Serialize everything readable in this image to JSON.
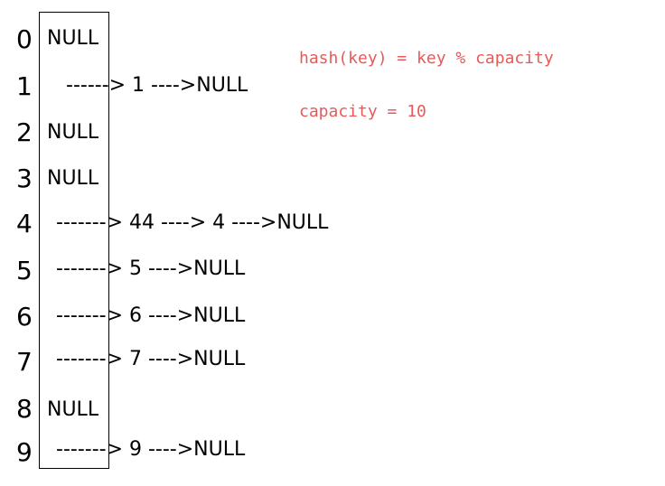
{
  "rows": [
    {
      "index": "0",
      "cell": "NULL",
      "chain": ""
    },
    {
      "index": "1",
      "cell": "",
      "chain": "------> 1 ---->NULL"
    },
    {
      "index": "2",
      "cell": "NULL",
      "chain": ""
    },
    {
      "index": "3",
      "cell": "NULL",
      "chain": ""
    },
    {
      "index": "4",
      "cell": "",
      "chain": "-------> 44 ----> 4 ---->NULL"
    },
    {
      "index": "5",
      "cell": "",
      "chain": "-------> 5 ---->NULL"
    },
    {
      "index": "6",
      "cell": "",
      "chain": "-------> 6 ---->NULL"
    },
    {
      "index": "7",
      "cell": "",
      "chain": "-------> 7 ---->NULL"
    },
    {
      "index": "8",
      "cell": "NULL",
      "chain": ""
    },
    {
      "index": "9",
      "cell": "",
      "chain": "-------> 9 ---->NULL"
    }
  ],
  "notes": {
    "hash_formula": "hash(key) = key % capacity",
    "capacity": "capacity = 10"
  },
  "colors": {
    "note": "#e85a5a",
    "text": "#000000"
  }
}
